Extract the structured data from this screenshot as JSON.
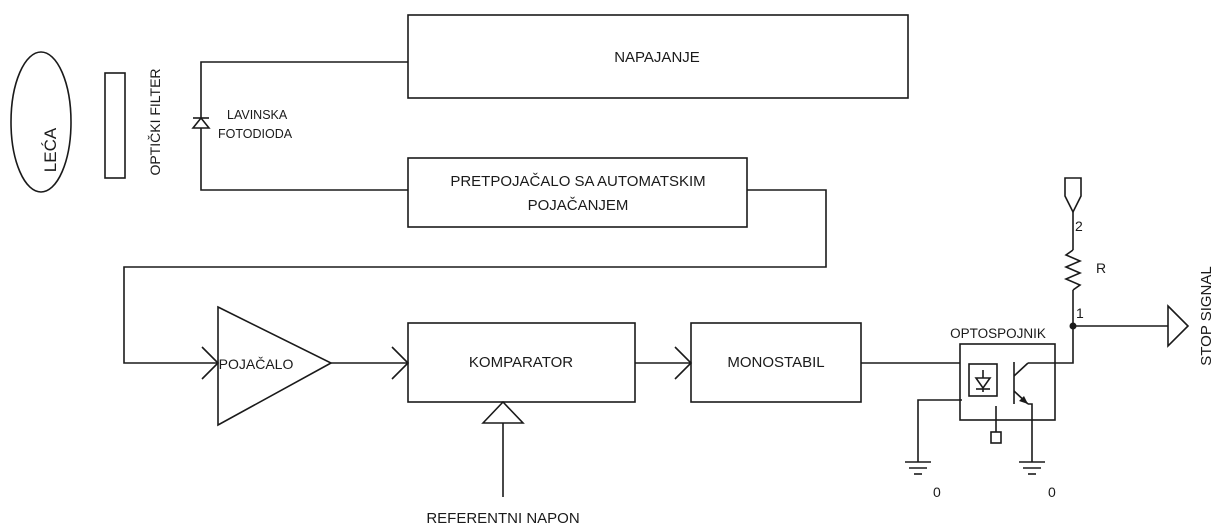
{
  "lens_label": "LEĆA",
  "filter_label": "OPTIČKI FILTER",
  "photodiode_label_line1": "LAVINSKA",
  "photodiode_label_line2": "FOTODIODA",
  "power_label": "NAPAJANJE",
  "preamp_label_line1": "PRETPOJAČALO SA AUTOMATSKIM",
  "preamp_label_line2": "POJAČANJEM",
  "amp_label": "POJAČALO",
  "comparator_label": "KOMPARATOR",
  "reference_label": "REFERENTNI NAPON",
  "monostable_label": "MONOSTABIL",
  "optocoupler_label": "OPTOSPOJNIK",
  "resistor_label": "R",
  "pin_top_label": "2",
  "pin_bottom_label": "1",
  "ground_left_label": "0",
  "ground_right_label": "0",
  "output_label": "STOP SIGNAL"
}
